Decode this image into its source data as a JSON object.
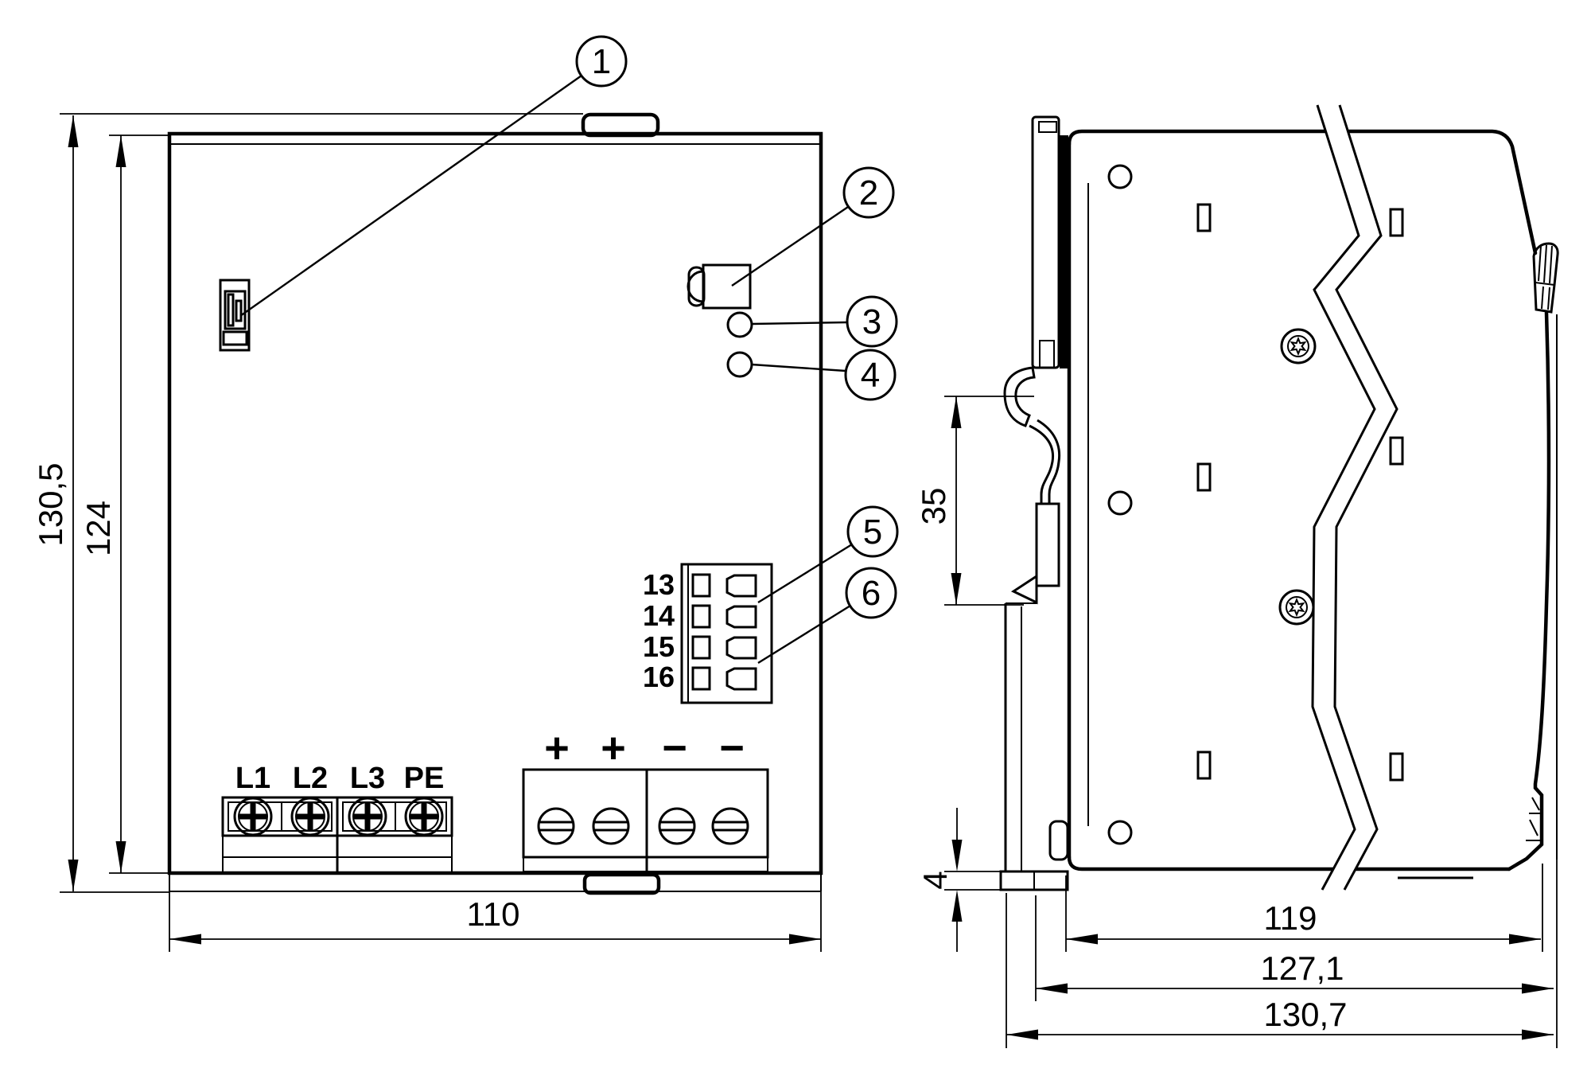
{
  "front": {
    "callouts": [
      "1",
      "2",
      "3",
      "4",
      "5",
      "6"
    ],
    "signal_labels": [
      "13",
      "14",
      "15",
      "16"
    ],
    "input_labels": [
      "L1",
      "L2",
      "L3",
      "PE"
    ],
    "output_labels": [
      "+",
      "+",
      "−",
      "−"
    ],
    "dims": {
      "overall_height": "130,5",
      "body_height": "124",
      "width": "110"
    }
  },
  "side": {
    "dims": {
      "rail_height": "35",
      "clip_protrusion": "4",
      "body_depth": "119",
      "depth_with_slider": "127,1",
      "overall_depth": "130,7"
    }
  }
}
